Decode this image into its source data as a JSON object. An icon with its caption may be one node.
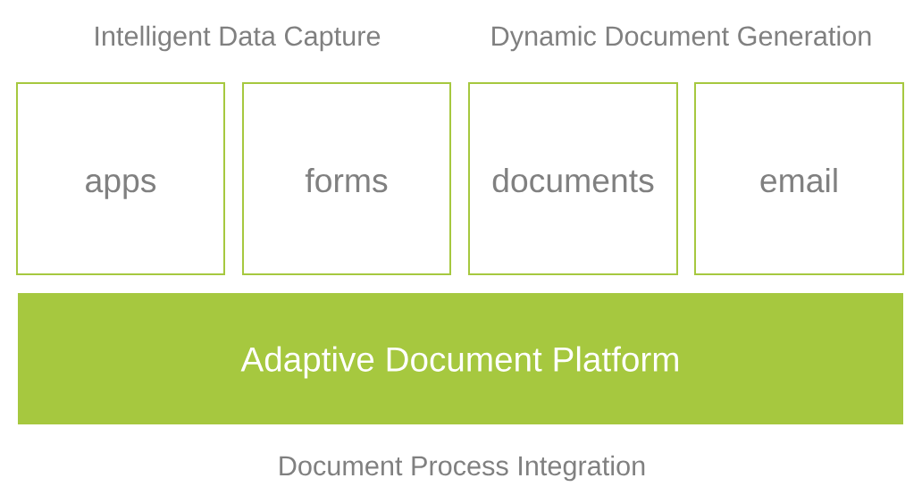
{
  "diagram": {
    "nodes": [
      {
        "text": [
          "apps"
        ]
      },
      {
        "text": [
          "forms"
        ]
      },
      {
        "text": [
          "documents"
        ]
      },
      {
        "text": [
          "email"
        ]
      },
      {
        "text": [
          "Adaptive Document Platform"
        ]
      }
    ],
    "labels": [
      "Intelligent Data Capture",
      "Dynamic Document Generation",
      "Document Process Integration"
    ]
  }
}
